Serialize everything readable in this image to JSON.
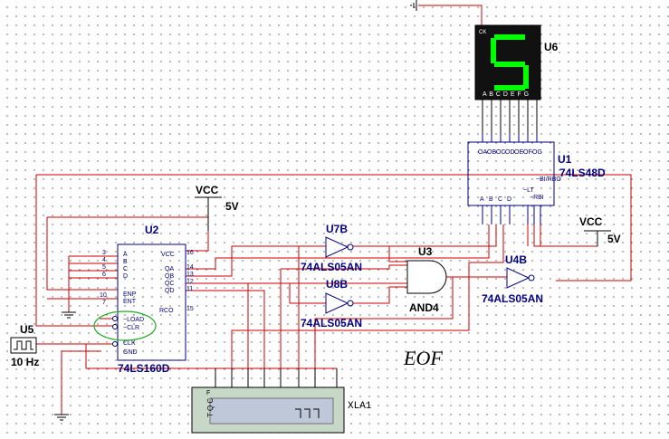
{
  "colors": {
    "wire": "#cc0000",
    "component": "#000080",
    "segment_on": "#00ff00",
    "display_bg": "#111111",
    "analyzer_body": "#c8d8c8"
  },
  "display": {
    "ref": "U6",
    "ck": "CK",
    "digit": "5",
    "segments": "A B C D E F G"
  },
  "decoder": {
    "ref": "U1",
    "part": "74LS48D",
    "top_pins": [
      "OA",
      "OB",
      "OC",
      "OD",
      "OE",
      "OF",
      "OG"
    ],
    "side_pins": [
      "~LT",
      "~RBI",
      "~BI/RBO"
    ],
    "bottom_pins": [
      "A",
      "B",
      "C",
      "D"
    ]
  },
  "counter": {
    "ref": "U2",
    "part": "74LS160D",
    "left_pins": [
      "A",
      "B",
      "C",
      "D",
      "ENP",
      "ENT",
      "~LOAD",
      "~CLR",
      "CLK",
      "GND"
    ],
    "right_pins": [
      "VCC",
      "QA",
      "QB",
      "QC",
      "QD",
      "RCO"
    ],
    "left_nums": [
      "3",
      "4",
      "5",
      "6",
      "10",
      "7"
    ],
    "right_nums": [
      "16",
      "14",
      "13",
      "12",
      "11",
      "15"
    ]
  },
  "vcc1": {
    "label": "VCC",
    "voltage": "5V"
  },
  "vcc2": {
    "label": "VCC",
    "voltage": "5V"
  },
  "gates": [
    {
      "ref": "U7B",
      "part": "74ALS05AN"
    },
    {
      "ref": "U8B",
      "part": "74ALS05AN"
    },
    {
      "ref": "U4B",
      "part": "74ALS05AN"
    }
  ],
  "and_gate": {
    "ref": "U3",
    "part": "AND4"
  },
  "clock": {
    "ref": "U5",
    "freq": "10 Hz"
  },
  "analyzer": {
    "ref": "XLA1",
    "side": "T Q C",
    "top": "F"
  },
  "note": "EOF"
}
